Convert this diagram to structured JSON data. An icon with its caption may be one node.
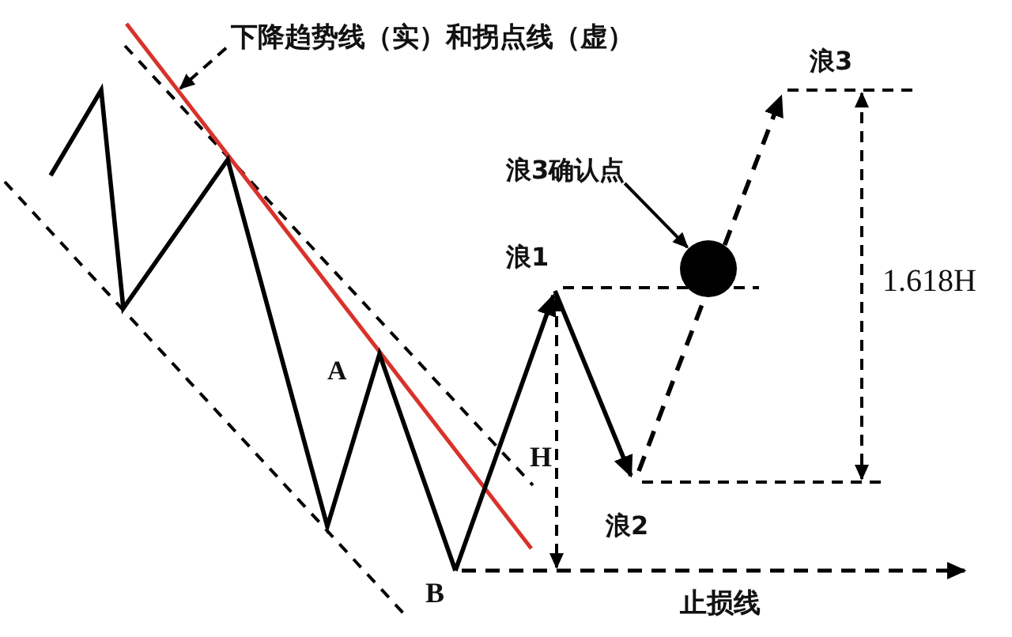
{
  "diagram": {
    "nodes": [
      {
        "text": [
          "下降趋势线（实）和拐点线（虚）"
        ]
      },
      {
        "text": [
          "浪3确认点"
        ]
      },
      {
        "text": [],
        "shape": "circle"
      }
    ],
    "edges": [
      {
        "from": 0,
        "to": null,
        "arrow": "to",
        "style": "dashed"
      },
      {
        "from": 1,
        "to": 2,
        "arrow": "to"
      }
    ],
    "labels": [
      "浪3",
      "浪1",
      "1.618H",
      "A",
      "H",
      "浪2",
      "B",
      "止损线"
    ]
  }
}
